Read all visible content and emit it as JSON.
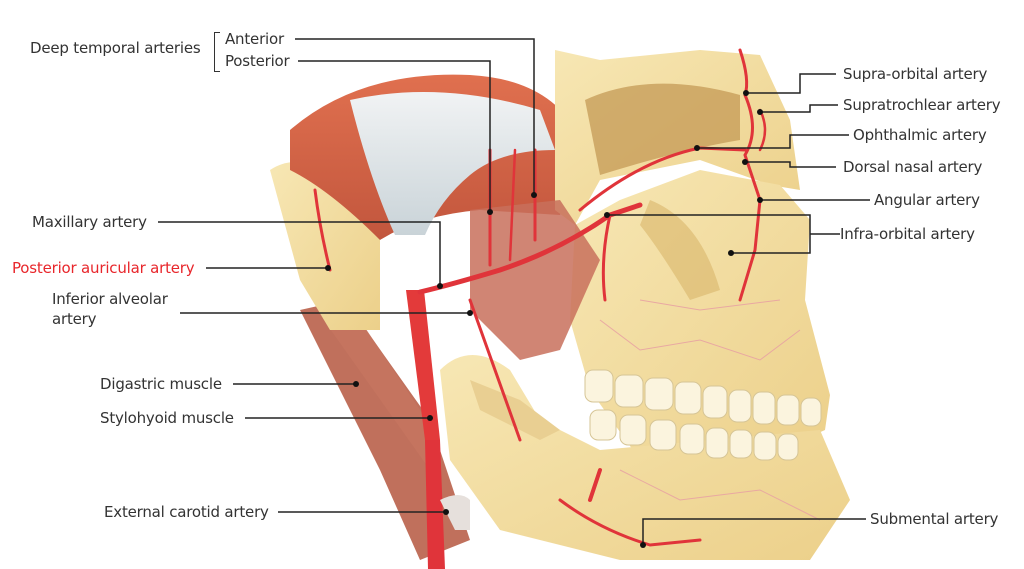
{
  "figure": {
    "subject": "Lateral view of skull with face arteries, muscles of mastication region",
    "colors": {
      "label_text": "#333333",
      "highlight_label": "#e8262b",
      "leader_line": "#222222",
      "bone": "#f3dfa2",
      "bone_shadow": "#d9b66a",
      "muscle": "#d9694a",
      "tendon": "#e6ebee",
      "artery": "#e0343a"
    }
  },
  "labels": {
    "deep_temporal_group": "Deep temporal arteries",
    "deep_temporal_anterior": "Anterior",
    "deep_temporal_posterior": "Posterior",
    "maxillary_artery": "Maxillary artery",
    "posterior_auricular_artery": "Posterior auricular artery",
    "inferior_alveolar_artery_line1": "Inferior alveolar",
    "inferior_alveolar_artery_line2": "artery",
    "digastric_muscle": "Digastric muscle",
    "stylohyoid_muscle": "Stylohyoid muscle",
    "external_carotid_artery": "External carotid artery",
    "supra_orbital_artery": "Supra-orbital artery",
    "supratrochlear_artery": "Supratrochlear artery",
    "ophthalmic_artery": "Ophthalmic artery",
    "dorsal_nasal_artery": "Dorsal nasal artery",
    "angular_artery": "Angular artery",
    "infra_orbital_artery": "Infra-orbital artery",
    "submental_artery": "Submental artery"
  },
  "highlighted_label": "posterior_auricular_artery"
}
